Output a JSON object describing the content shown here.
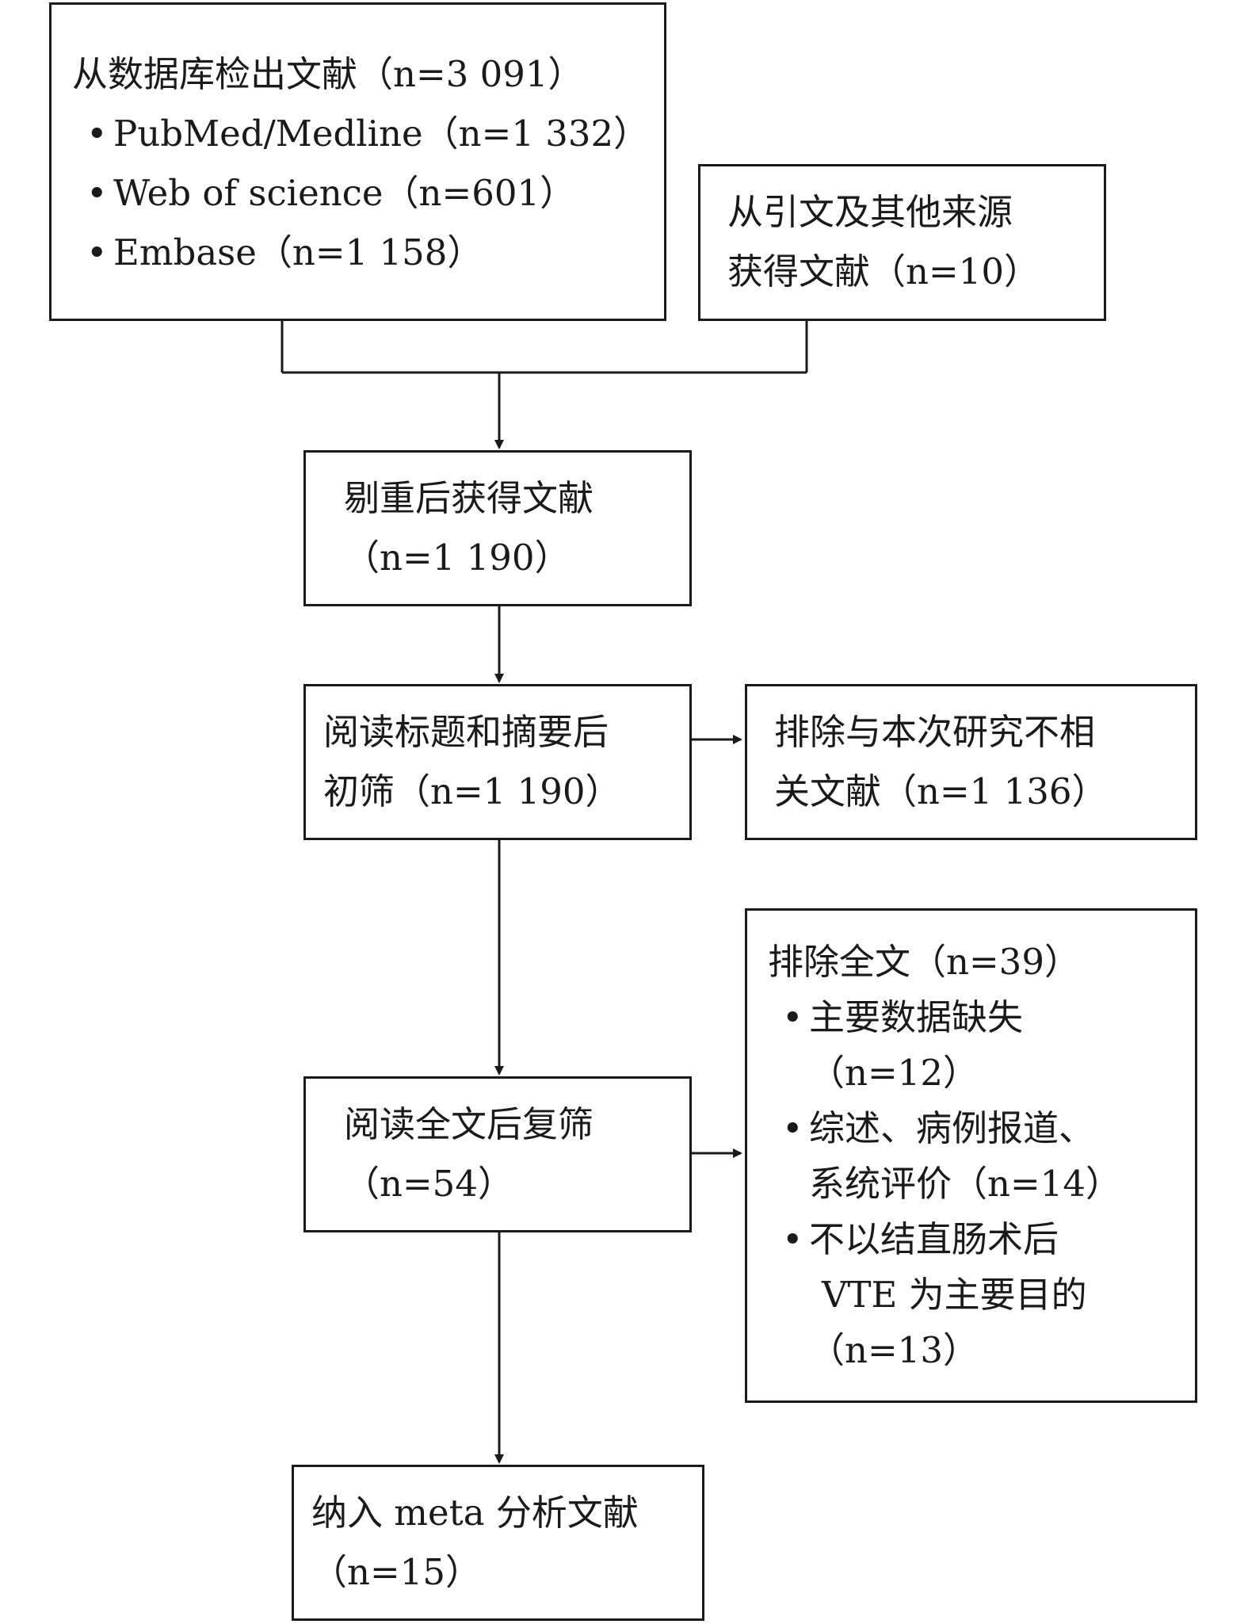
{
  "identification": {
    "databases": {
      "line1": "从数据库检出文献（n=3 091）",
      "items": [
        "PubMed/Medline（n=1 332）",
        "Web of science（n=601）",
        "Embase（n=1 158）"
      ]
    },
    "other_sources": {
      "line1": "从引文及其他来源",
      "line2": "获得文献（n=10）"
    }
  },
  "dedup": {
    "line1": "剔重后获得文献",
    "line2": "（n=1 190）"
  },
  "title_screen": {
    "line1": "阅读标题和摘要后",
    "line2": "初筛（n=1 190）"
  },
  "excluded_irrelevant": {
    "line1": "排除与本次研究不相",
    "line2": "关文献（n=1 136）"
  },
  "fulltext_screen": {
    "line1": "阅读全文后复筛",
    "line2": "（n=54）"
  },
  "excluded_fulltext": {
    "title": "排除全文（n=39）",
    "items": [
      {
        "lines": [
          "主要数据缺失",
          "（n=12）"
        ]
      },
      {
        "lines": [
          "综述、病例报道、",
          "系统评价（n=14）"
        ]
      },
      {
        "lines": [
          "不以结直肠术后",
          "VTE 为主要目的",
          "（n=13）"
        ]
      }
    ]
  },
  "included": {
    "line1": "纳入 meta 分析文献",
    "line2": "（n=15）"
  },
  "bullet": "•",
  "colors": {
    "stroke": "#1a1a1a",
    "background": "#ffffff"
  }
}
